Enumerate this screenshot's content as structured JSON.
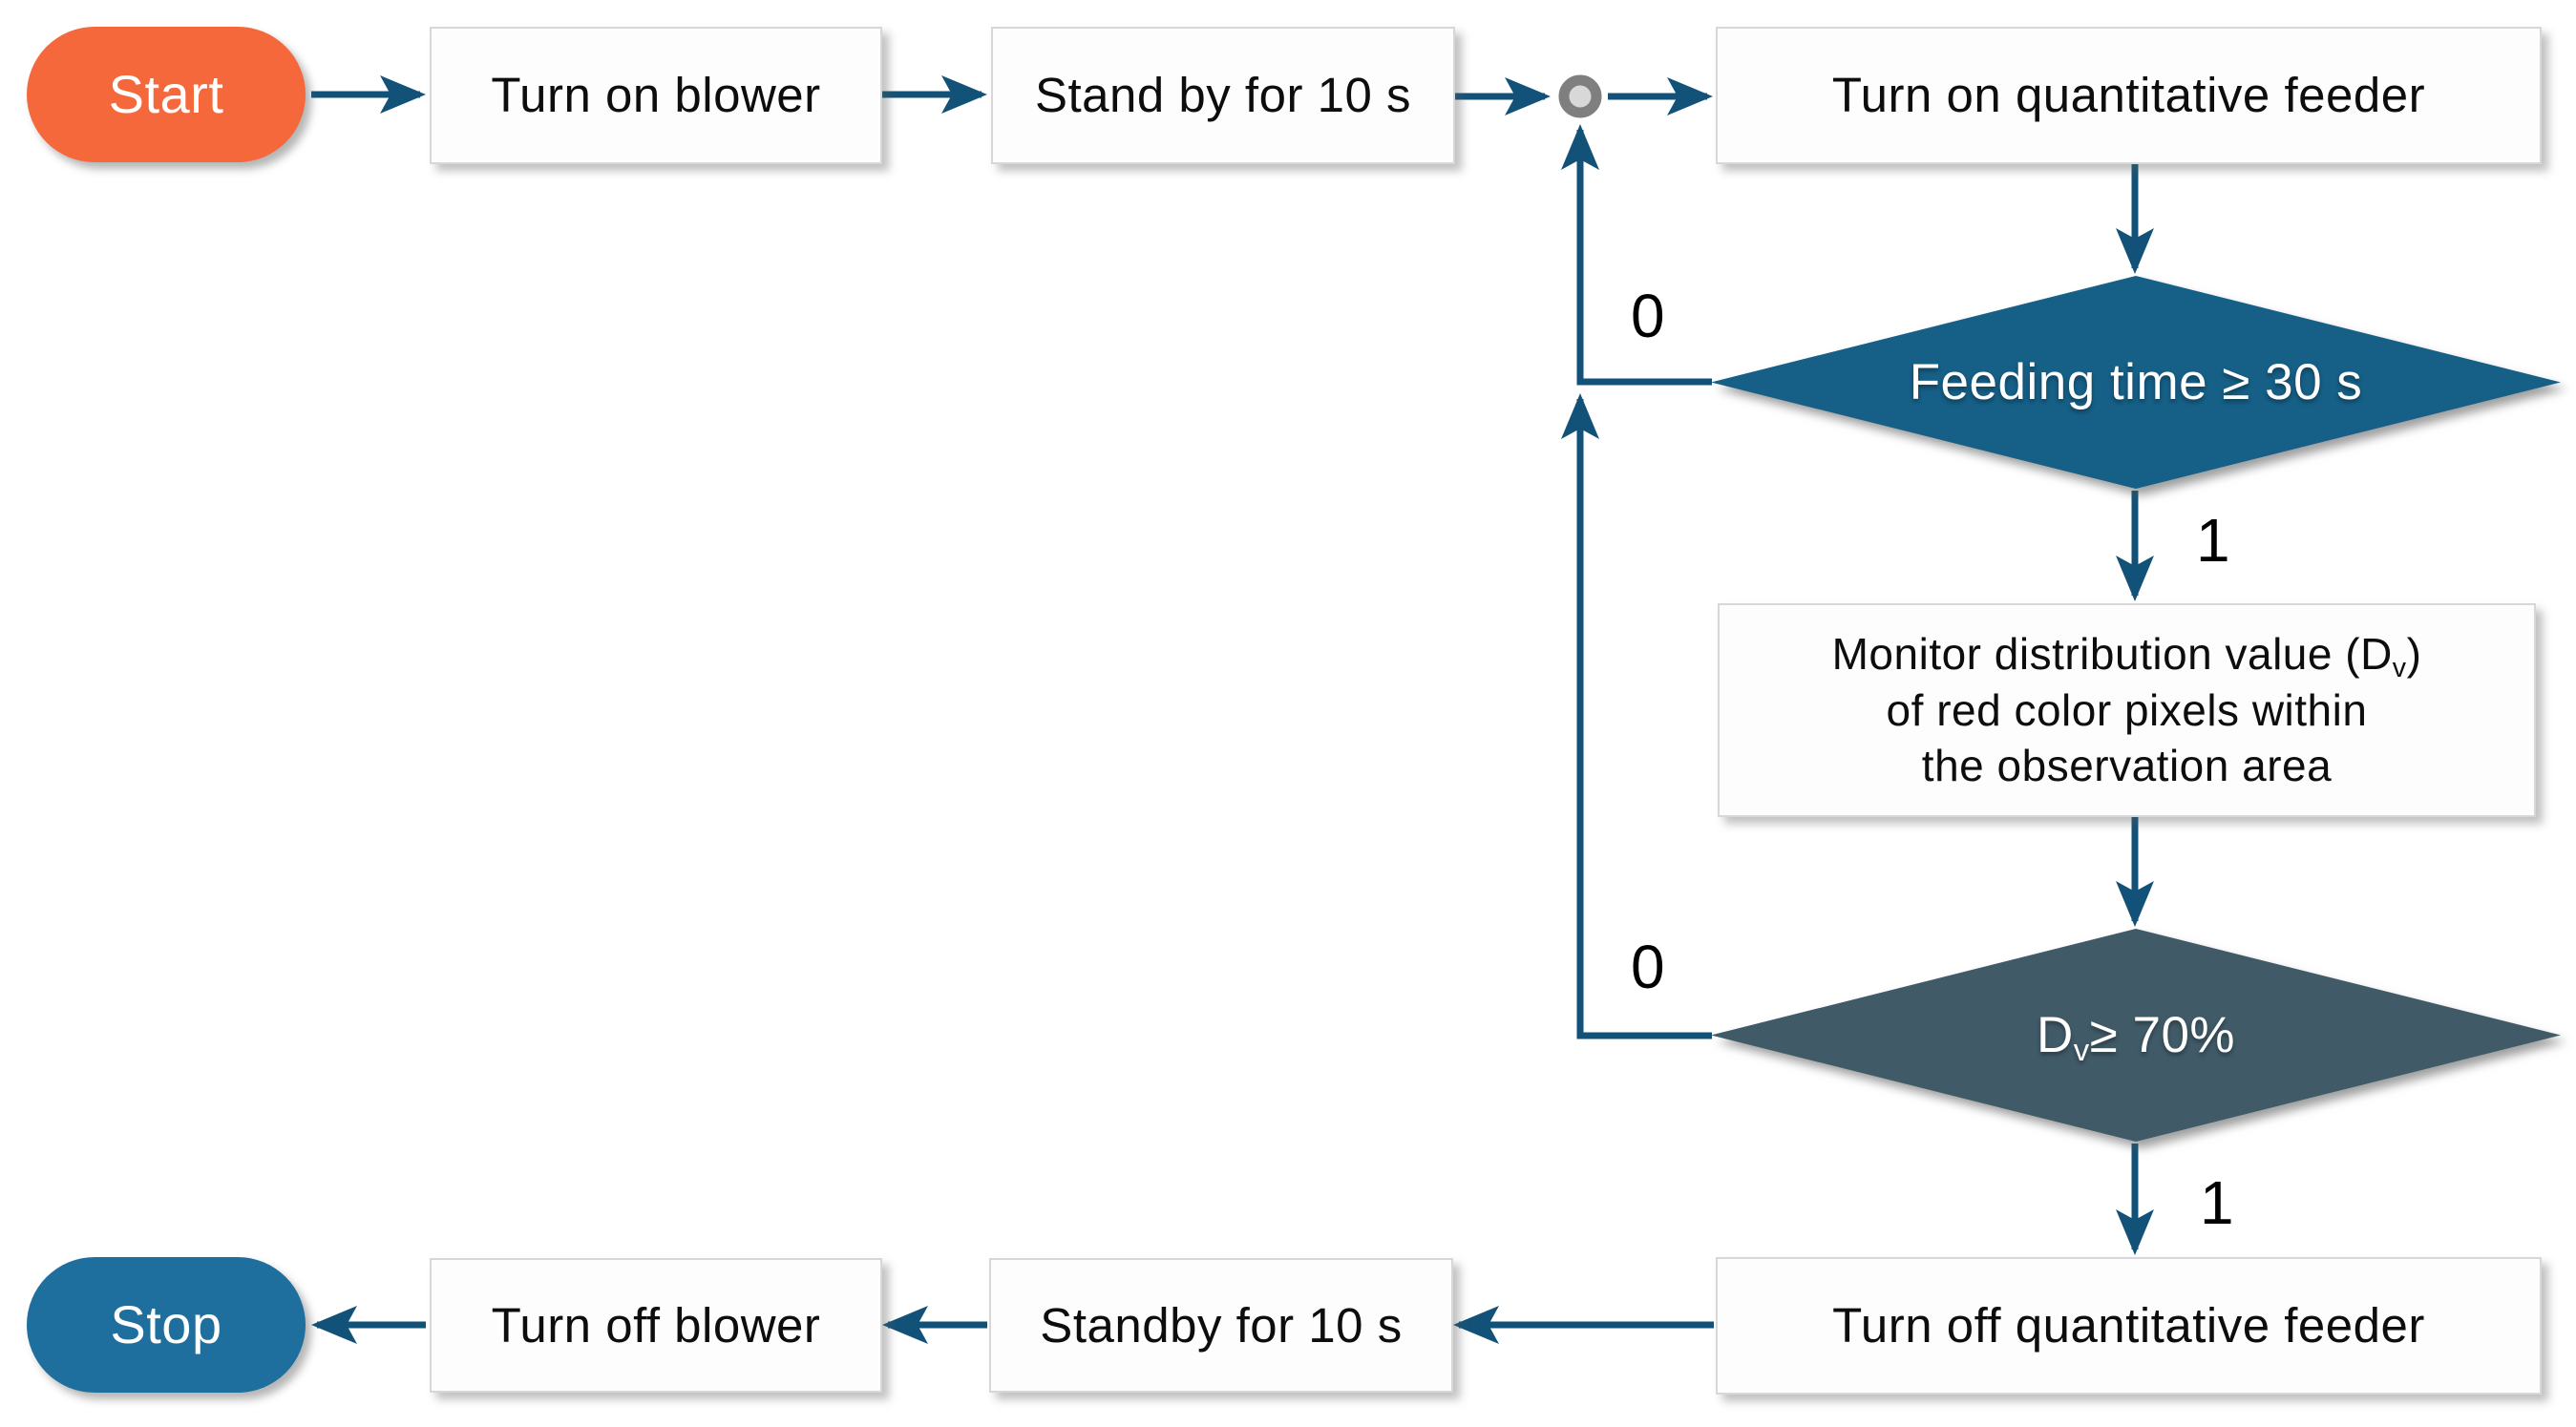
{
  "diagram": {
    "type": "flowchart",
    "colors": {
      "arrow": "#135278",
      "start_fill": "#F4683C",
      "stop_fill": "#1E6F9E",
      "diamond_feeding_fill": "#165F86",
      "diamond_dv_fill": "#405A68",
      "process_fill": "#FDFDFD",
      "process_border": "#D7D7D7",
      "junction_ring": "#7F7F7F",
      "junction_fill": "#D8D8D8",
      "edge_label_color": "#000000"
    },
    "nodes": {
      "start": {
        "label": "Start",
        "shape": "terminator"
      },
      "turn_on_blower": {
        "label": "Turn on blower",
        "shape": "process"
      },
      "stand_by_10s": {
        "label": "Stand by for 10 s",
        "shape": "process"
      },
      "turn_on_feeder": {
        "label": "Turn on quantitative feeder",
        "shape": "process"
      },
      "feeding_time_check": {
        "label": "Feeding time ≥ 30 s",
        "shape": "decision"
      },
      "monitor_dv": {
        "line1_pre": "Monitor distribution value (D",
        "line1_sub": "v",
        "line1_post": ")",
        "line2": "of red color pixels within",
        "line3": "the observation area",
        "shape": "process"
      },
      "dv_check": {
        "pre": "D",
        "sub": "v",
        "post": "≥ 70%",
        "shape": "decision"
      },
      "turn_off_feeder": {
        "label": "Turn off quantitative feeder",
        "shape": "process"
      },
      "standby_10s": {
        "label": "Standby for 10 s",
        "shape": "process"
      },
      "turn_off_blower": {
        "label": "Turn off blower",
        "shape": "process"
      },
      "stop": {
        "label": "Stop",
        "shape": "terminator"
      }
    },
    "edge_labels": {
      "feeding_no": "0",
      "feeding_yes": "1",
      "dv_no": "0",
      "dv_yes": "1"
    }
  }
}
